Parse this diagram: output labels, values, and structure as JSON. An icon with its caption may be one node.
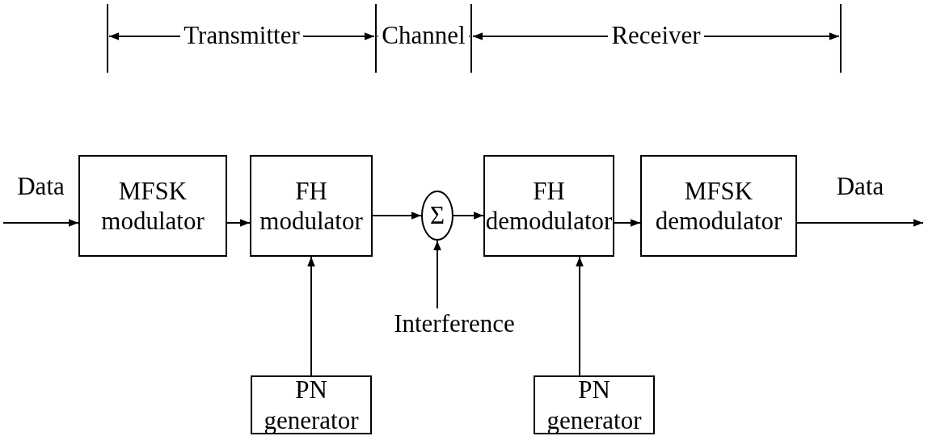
{
  "diagram": {
    "nodes": [
      {
        "text": [
          "MFSK modulator"
        ]
      },
      {
        "text": [
          "FH modulator"
        ]
      },
      {
        "text": [
          "Σ"
        ]
      },
      {
        "text": [
          "FH demodulator"
        ]
      },
      {
        "text": [
          "MFSK demodulator"
        ]
      },
      {
        "text": [
          "Interference"
        ]
      },
      {
        "text": [
          "PN generator"
        ]
      },
      {
        "text": [
          "PN generator"
        ]
      }
    ],
    "edges": [
      {
        "from": null,
        "to": 0,
        "arrow": "to",
        "label": "Data"
      },
      {
        "from": 0,
        "to": 1,
        "arrow": "to"
      },
      {
        "from": 1,
        "to": 2,
        "arrow": "to"
      },
      {
        "from": 2,
        "to": 3,
        "arrow": "to"
      },
      {
        "from": 3,
        "to": 4,
        "arrow": "to"
      },
      {
        "from": 4,
        "to": null,
        "arrow": "to",
        "label": "Data"
      },
      {
        "from": 5,
        "to": 2,
        "arrow": "to"
      },
      {
        "from": 6,
        "to": 1,
        "arrow": "to"
      },
      {
        "from": 7,
        "to": 3,
        "arrow": "to"
      }
    ],
    "labels": [
      "Transmitter",
      "Channel",
      "Receiver"
    ]
  }
}
